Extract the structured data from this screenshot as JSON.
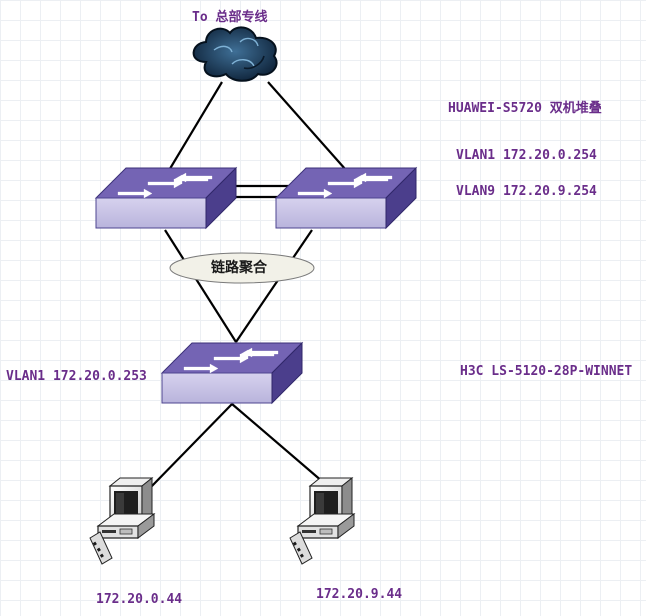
{
  "headquarters": {
    "label": "To 总部专线",
    "icon": "cloud-icon"
  },
  "core_stack": {
    "model": "HUAWEI-S5720 双机堆叠",
    "vlan1": "VLAN1 172.20.0.254",
    "vlan9": "VLAN9 172.20.9.254",
    "icon": "switch-icon"
  },
  "aggregation_label": "链路聚合",
  "access_switch": {
    "model": "H3C LS-5120-28P-WINNET",
    "vlan1": "VLAN1 172.20.0.253",
    "icon": "switch-icon"
  },
  "hosts": [
    {
      "ip": "172.20.0.44",
      "icon": "computer-icon"
    },
    {
      "ip": "172.20.9.44",
      "icon": "computer-icon"
    }
  ],
  "colors": {
    "label_text": "#6a2d8a",
    "switch_top": "#7060b0",
    "switch_front": "#c8c4e4",
    "switch_side": "#4a3d8a",
    "cloud": "#1d3d5c",
    "link": "#000000"
  }
}
